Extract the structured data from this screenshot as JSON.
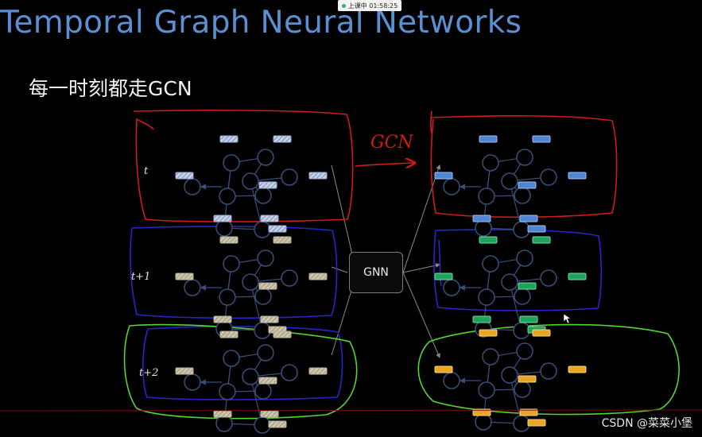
{
  "status": {
    "text": "上课中 01:58:25"
  },
  "slide": {
    "title": "Temporal Graph Neural Networks",
    "subtitle": "每一时刻都走GCN",
    "gnn_label": "GNN",
    "gcn_note": "GCN",
    "time_labels": [
      "t",
      "t+1",
      "t+2"
    ]
  },
  "watermark": "CSDN @菜菜小堡",
  "colors": {
    "title": "#5b8fd1",
    "red_outline": "#d11a1a",
    "blue_outline": "#2626c9",
    "green_outline": "#52d62e",
    "node": "#3a4e7a",
    "feature_blue": "#4f86d3",
    "feature_green": "#1ea35e",
    "feature_orange": "#e9a524",
    "feature_hatch": "#c9c1a8"
  },
  "icons": [
    "graph-node-icon",
    "cursor-icon",
    "status-dot-icon"
  ]
}
